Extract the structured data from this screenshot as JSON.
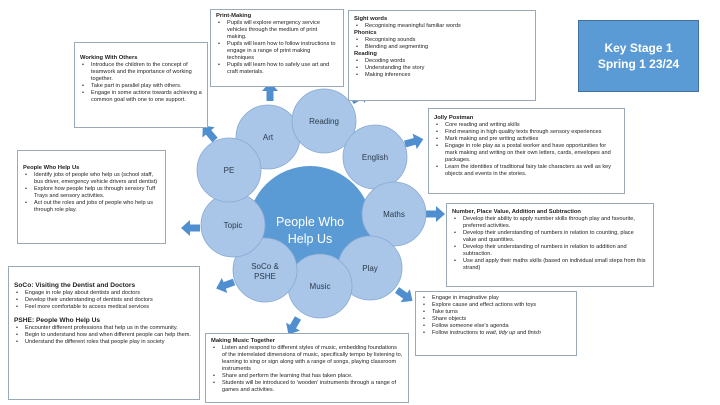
{
  "title_box": {
    "line1": "Key Stage 1",
    "line2": "Spring 1 23/24"
  },
  "center": {
    "line1": "People Who",
    "line2": "Help Us"
  },
  "colors": {
    "center": "#5b9bd5",
    "satellite": "#a9c6e8",
    "satellite_border": "#86a9d3",
    "arrow": "#4f8fcf",
    "key_box": "#5b9bd5"
  },
  "satellites": [
    {
      "line1": "Art",
      "line2": ""
    },
    {
      "line1": "Reading",
      "line2": ""
    },
    {
      "line1": "English",
      "line2": ""
    },
    {
      "line1": "Maths",
      "line2": ""
    },
    {
      "line1": "Play",
      "line2": ""
    },
    {
      "line1": "Music",
      "line2": ""
    },
    {
      "line1": "SoCo &",
      "line2": "PSHE"
    },
    {
      "line1": "Topic",
      "line2": ""
    },
    {
      "line1": "PE",
      "line2": ""
    }
  ],
  "print_making": {
    "title": "Print-Making",
    "items": [
      "Pupils will explore emergency service vehicles through the medium of print making.",
      "Pupils will learn how to follow instructions to engage in a range of print making techniques",
      "Pupils will learn how to safely use art and craft materials."
    ]
  },
  "reading": {
    "sections": [
      {
        "title": "Sight words",
        "items": [
          "Recognising meaningful familiar words"
        ]
      },
      {
        "title": "Phonics",
        "items": [
          "Recognising sounds",
          "Blending and segmenting"
        ]
      },
      {
        "title": "Reading",
        "items": [
          "Decoding words",
          "Understanding the story",
          "Making inferences"
        ]
      }
    ]
  },
  "working_with_others": {
    "title": "Working With Others",
    "items": [
      "Introduce the children to the concept of teamwork and the importance of working together.",
      "Take part in parallel play with others.",
      "Engage in some actions towards achieving a common goal with one to one support."
    ]
  },
  "jolly_postman": {
    "title": "Jolly Postman",
    "items": [
      "Core reading and writing skills",
      "Find meaning in high quality texts through sensory experiences",
      "Mark making and pre writing activities",
      "Engage in role play as a postal worker and have opportunities for mark making and writing on their own letters, cards, envelopes and packages.",
      "Learn the identities of traditional fairy tale characters as well as key objects and events in the stories."
    ]
  },
  "people_who_help_us": {
    "title": "People Who Help Us",
    "items": [
      "Identify jobs of people who help us (school staff, bus driver, emergency vehicle drivers and dentist)",
      "Explore how people help us through sensory Tuff Trays and sensory activities.",
      "Act out the roles and jobs of people who help us through role play."
    ]
  },
  "maths": {
    "title": "Number, Place Value, Addition and Subtraction",
    "items": [
      "Develop their ability to apply number skills through play and favourite, preferred activities.",
      "Develop their understanding of numbers in relation to counting, place value and quantities.",
      "Develop their understanding of numbers in relation to addition and subtraction.",
      "Use and apply their maths skills (based on individual small steps from this strand)"
    ]
  },
  "soco": {
    "title": "SoCo: Visiting the Dentist and Doctors",
    "items": [
      "Engage in role play about dentists and doctors",
      "Develop their understanding of dentists and doctors",
      "Feel more comfortable to access medical services"
    ]
  },
  "pshe": {
    "title": "PSHE: People Who Help Us",
    "items": [
      "Encounter different professions that help us in the community.",
      "Begin to understand how and when different people can help them.",
      "Understand the different roles that people play in society"
    ]
  },
  "play": {
    "items": [
      "Engage in imaginative play",
      "Explore cause and effect actions with toys",
      "Take turns",
      "Share objects",
      "Follow someone else's agenda"
    ],
    "last_item": {
      "pre": "Follow instructions to ",
      "wait": "wait",
      "sep1": ", ",
      "tidy": "tidy up",
      "sep2": " and ",
      "finish": "finish"
    }
  },
  "music": {
    "title": "Making Music Together",
    "items": [
      "Listen and respond to different styles of music, embedding foundations of the interrelated dimensions of music, specifically tempo by listening to, learning to sing or sign along with a range of songs, playing classroom instruments",
      "Share and perform the learning that has taken place.",
      "Students will be introduced to 'wooden' instruments through a range of games and activities."
    ]
  }
}
